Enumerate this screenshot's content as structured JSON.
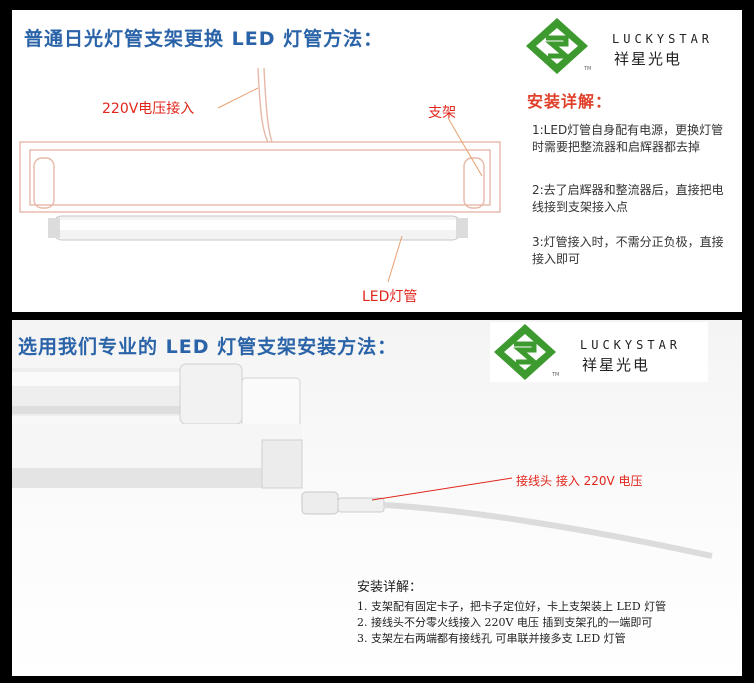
{
  "top": {
    "title": "普通日光灯管支架更换 LED 灯管方法：",
    "logo": {
      "en": "LUCKYSTAR",
      "cn": "祥星光电",
      "tm": "TM"
    },
    "labels": {
      "voltage": "220V电压接入",
      "bracket": "支架",
      "tube": "LED灯管"
    },
    "install": {
      "heading": "安装详解：",
      "steps": [
        "1:LED灯管自身配有电源，更换灯管时需要把整流器和启辉器都去掉",
        "2:去了启辉器和整流器后，直接把电线接到支架接入点",
        "3:灯管接入时，不需分正负极，直接接入即可"
      ]
    }
  },
  "bottom": {
    "title": "选用我们专业的 LED 灯管支架安装方法：",
    "logo": {
      "en": "LUCKYSTAR",
      "cn": "祥星光电",
      "tm": "TM"
    },
    "connector_label": "接线头  接入 220V 电压",
    "install": {
      "heading": "安装详解：",
      "steps": [
        "1. 支架配有固定卡子，把卡子定位好，卡上支架装上 LED 灯管",
        "2. 接线头不分零火线接入 220V 电压  插到支架孔的一端即可",
        "3. 支架左右两端都有接线孔  可串联并接多支 LED 灯管"
      ]
    }
  },
  "colors": {
    "title_blue": "#2a63a8",
    "label_red": "#e0251b",
    "logo_green": "#3c9a2e"
  }
}
